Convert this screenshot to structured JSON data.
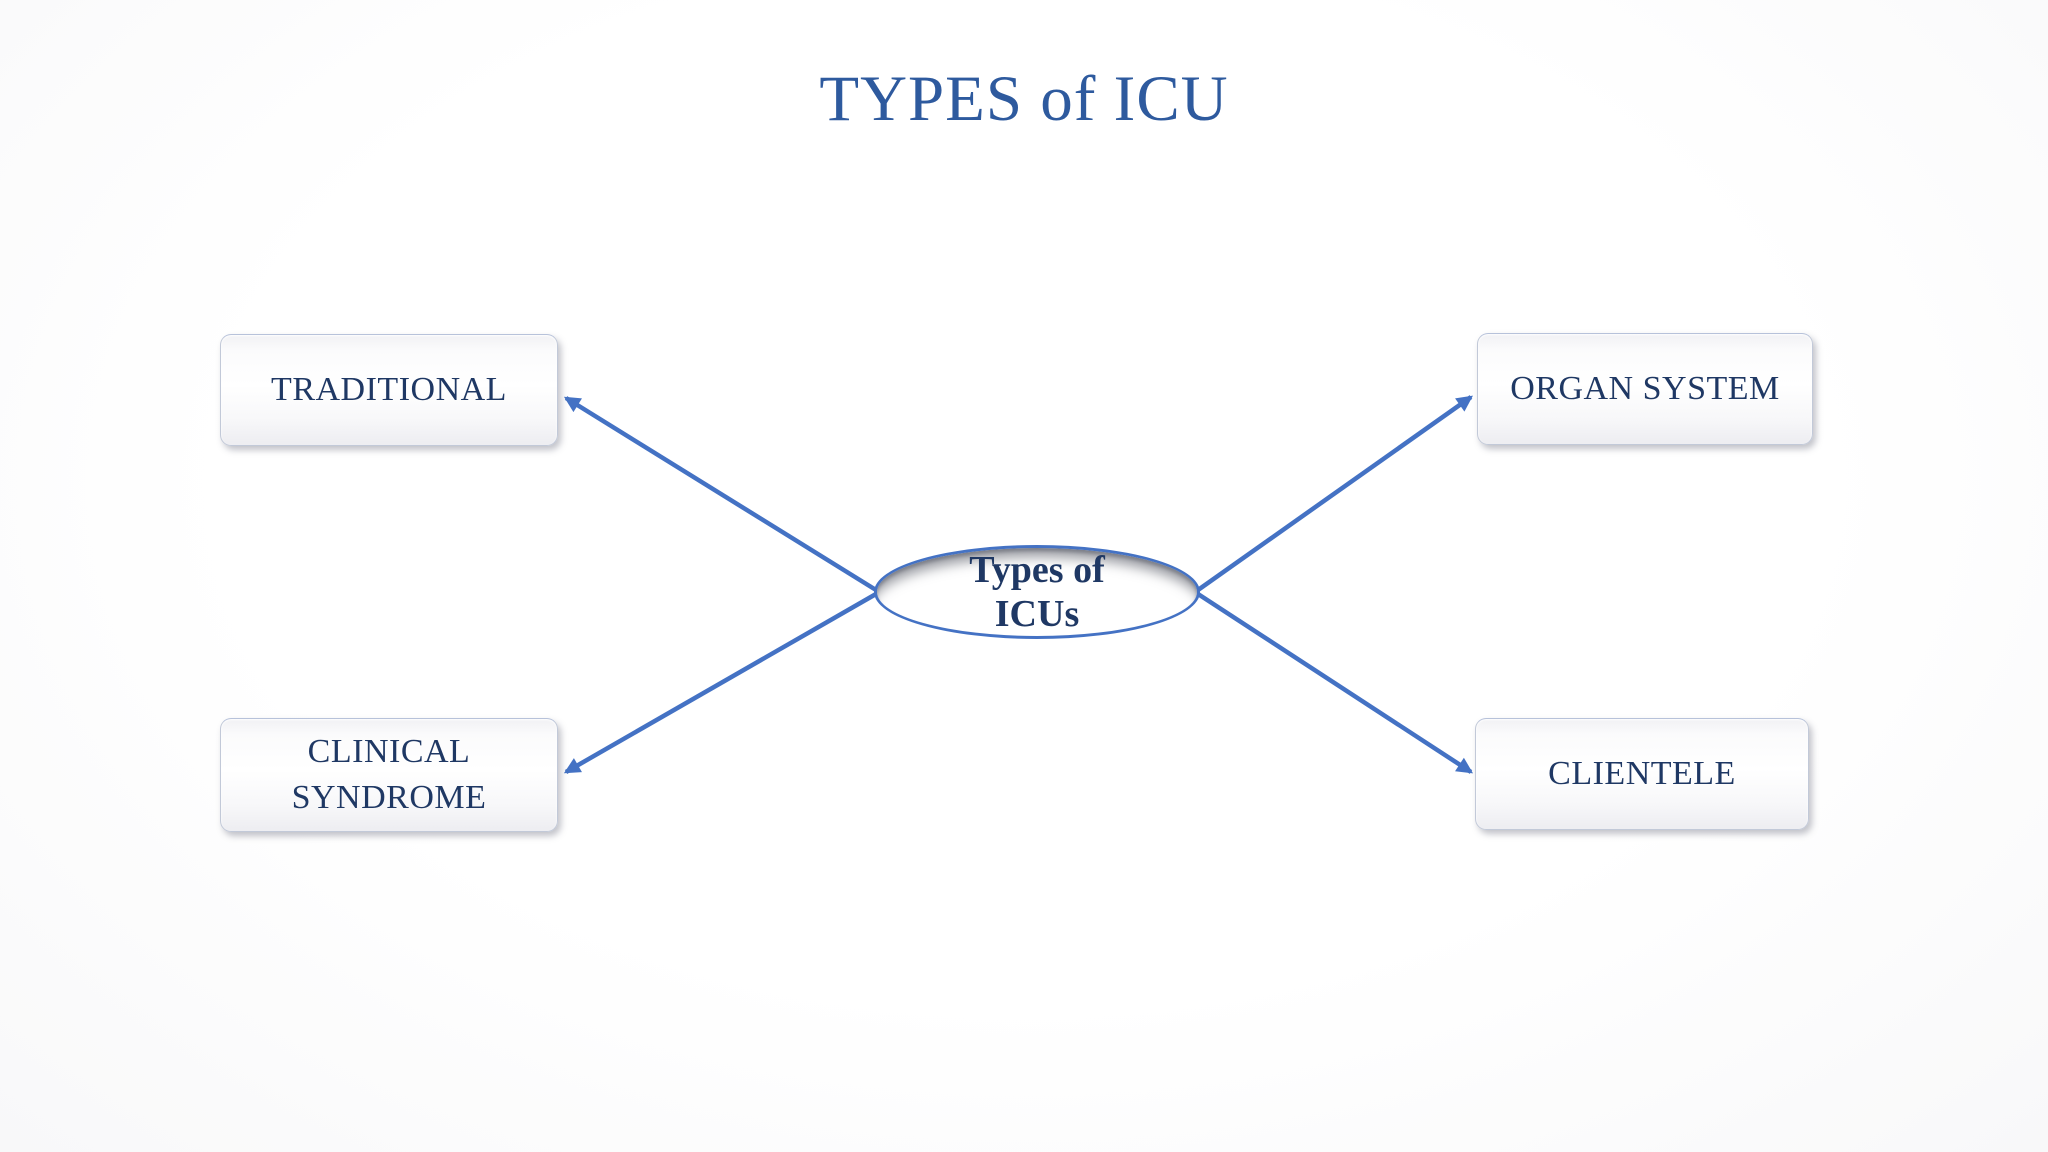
{
  "title": {
    "text": "TYPES of ICU",
    "color": "#2e5a9e"
  },
  "diagram": {
    "center_node": {
      "line1": "Types of",
      "line2": "ICUs",
      "border_color": "#4472c4",
      "text_color": "#1f3864"
    },
    "nodes": [
      {
        "id": "traditional",
        "label": "TRADITIONAL",
        "position": "top-left"
      },
      {
        "id": "organ-system",
        "label": "ORGAN SYSTEM",
        "position": "top-right"
      },
      {
        "id": "clinical-syndrome",
        "label": "CLINICAL SYNDROME",
        "position": "bottom-left"
      },
      {
        "id": "clientele",
        "label": "CLIENTELE",
        "position": "bottom-right"
      }
    ],
    "connector_color": "#4472c4",
    "node_text_color": "#1f3864"
  }
}
